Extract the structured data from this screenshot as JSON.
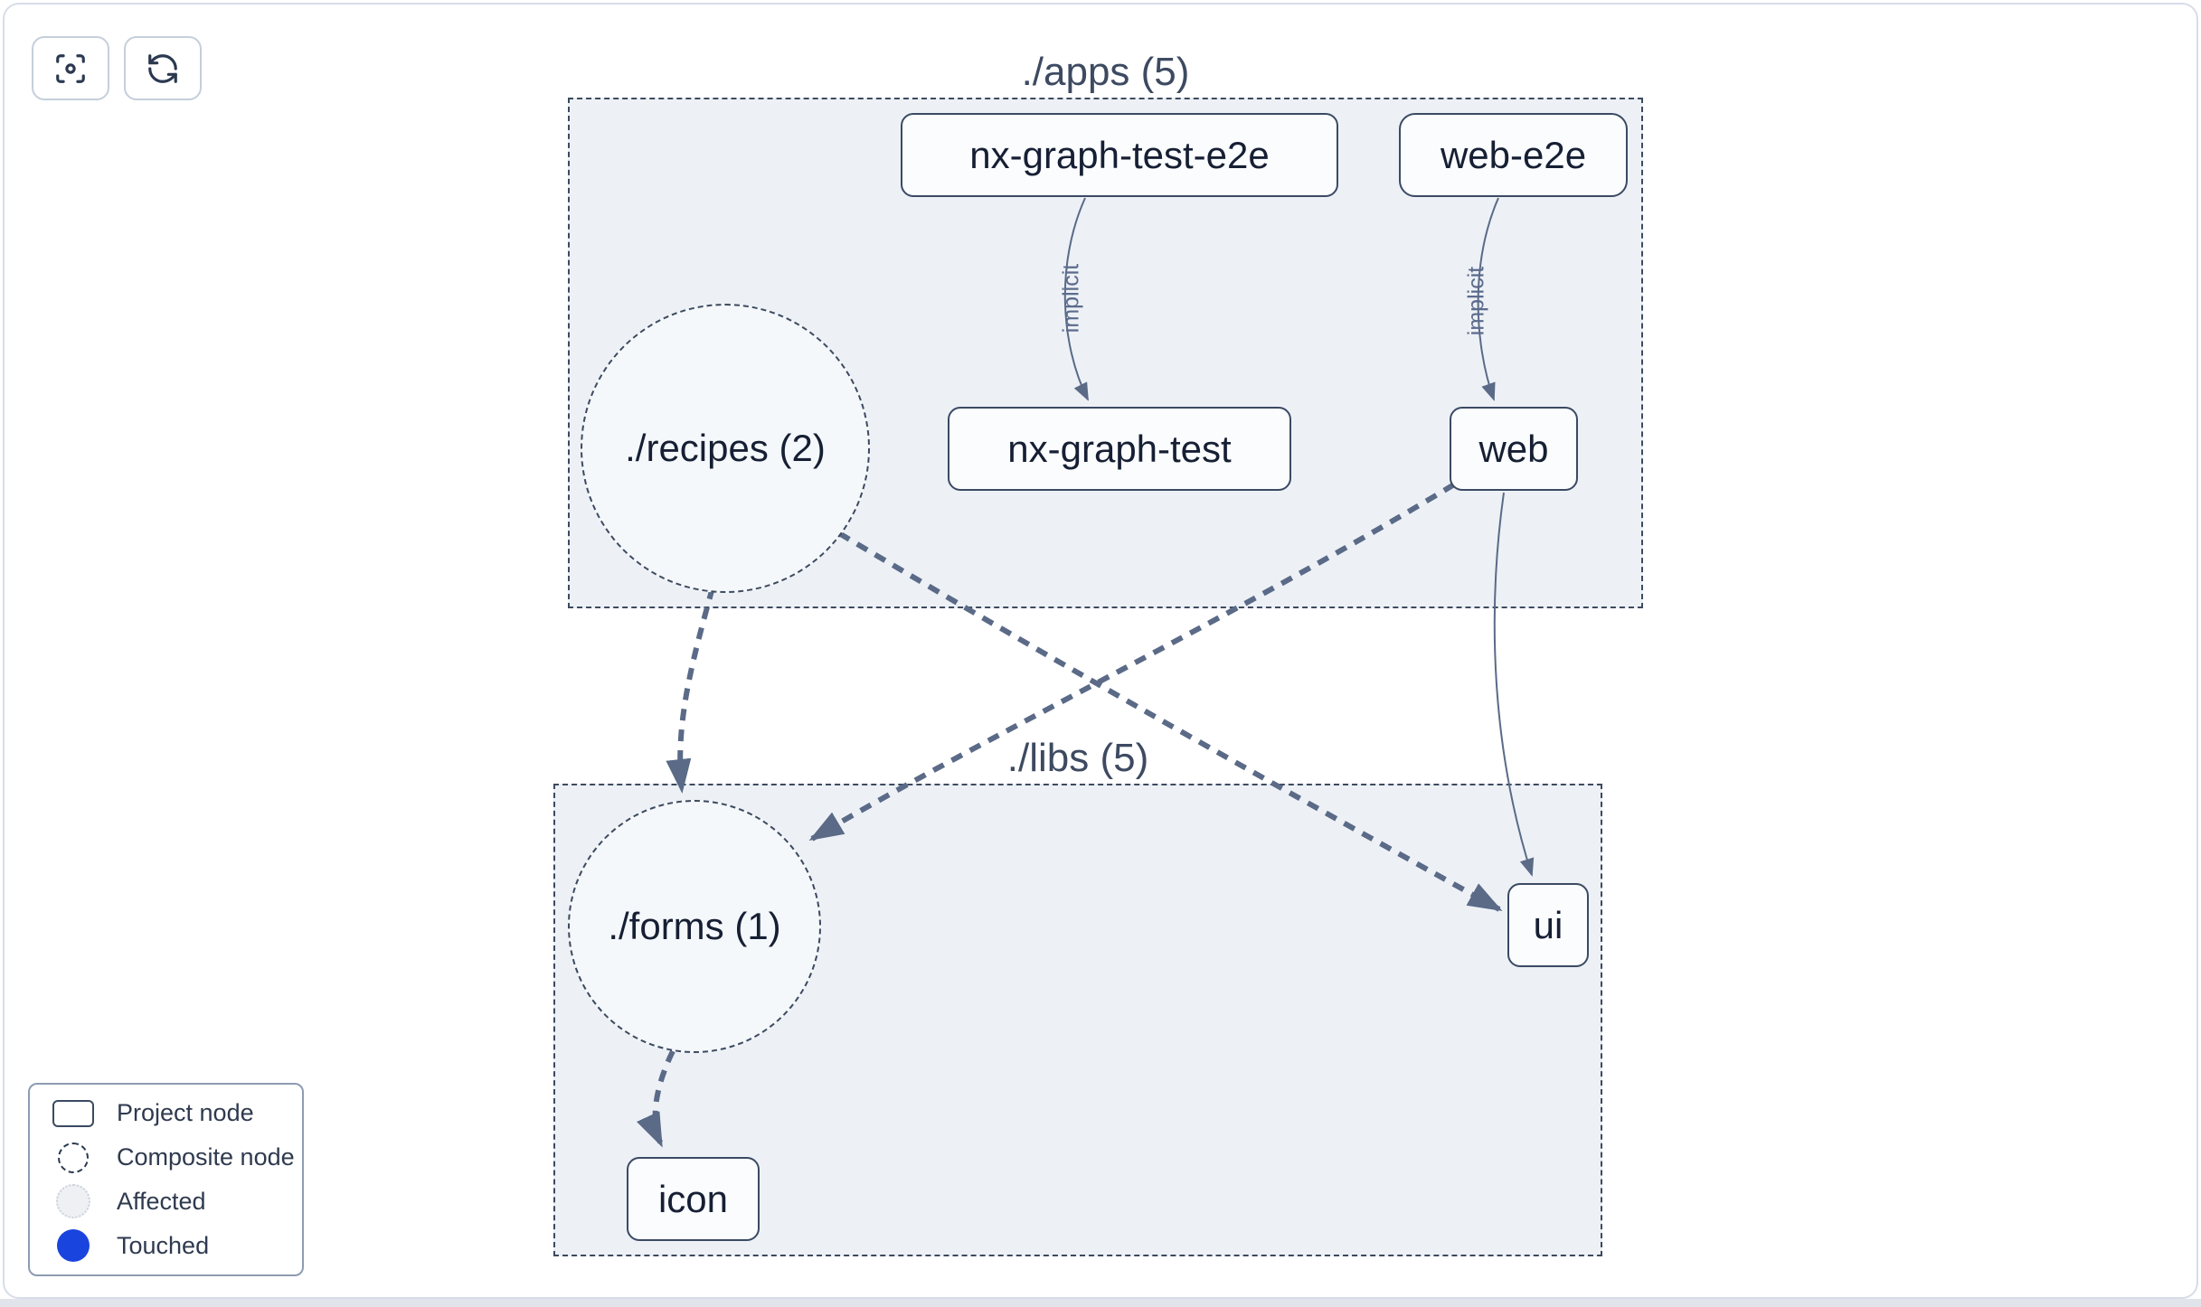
{
  "toolbar": {
    "buttons": [
      {
        "name": "focus",
        "icon": "focus-center-icon"
      },
      {
        "name": "refresh",
        "icon": "refresh-icon"
      }
    ]
  },
  "graph": {
    "clusters": {
      "apps": {
        "title": "./apps (5)"
      },
      "libs": {
        "title": "./libs (5)"
      }
    },
    "nodes": {
      "nx_graph_test_e2e": {
        "label": "nx-graph-test-e2e",
        "type": "project"
      },
      "web_e2e": {
        "label": "web-e2e",
        "type": "project"
      },
      "recipes": {
        "label": "./recipes (2)",
        "type": "composite"
      },
      "nx_graph_test": {
        "label": "nx-graph-test",
        "type": "project"
      },
      "web": {
        "label": "web",
        "type": "project"
      },
      "forms": {
        "label": "./forms (1)",
        "type": "composite"
      },
      "ui": {
        "label": "ui",
        "type": "project"
      },
      "icon": {
        "label": "icon",
        "type": "project"
      }
    },
    "edges": [
      {
        "from": "nx-graph-test-e2e",
        "to": "nx-graph-test",
        "label": "implicit",
        "style": "solid-thin"
      },
      {
        "from": "web-e2e",
        "to": "web",
        "label": "implicit",
        "style": "solid-thin"
      },
      {
        "from": "./recipes (2)",
        "to": "./forms (1)",
        "label": "",
        "style": "dashed-thick"
      },
      {
        "from": "./recipes (2)",
        "to": "ui",
        "label": "",
        "style": "dashed-thick"
      },
      {
        "from": "web",
        "to": "./forms (1)",
        "label": "",
        "style": "dashed-thick"
      },
      {
        "from": "web",
        "to": "ui",
        "label": "",
        "style": "solid-thin"
      },
      {
        "from": "./forms (1)",
        "to": "icon",
        "label": "",
        "style": "dashed-thick"
      }
    ]
  },
  "legend": {
    "items": [
      {
        "label": "Project node",
        "swatch": "project-node-swatch"
      },
      {
        "label": "Composite node",
        "swatch": "composite-node-swatch"
      },
      {
        "label": "Affected",
        "swatch": "affected-swatch"
      },
      {
        "label": "Touched",
        "swatch": "touched-swatch"
      }
    ]
  },
  "colors": {
    "cluster_bg": "#edf1f6",
    "node_border": "#3b4a63",
    "edge": "#5a6a87",
    "touched_blue": "#1a44de"
  }
}
